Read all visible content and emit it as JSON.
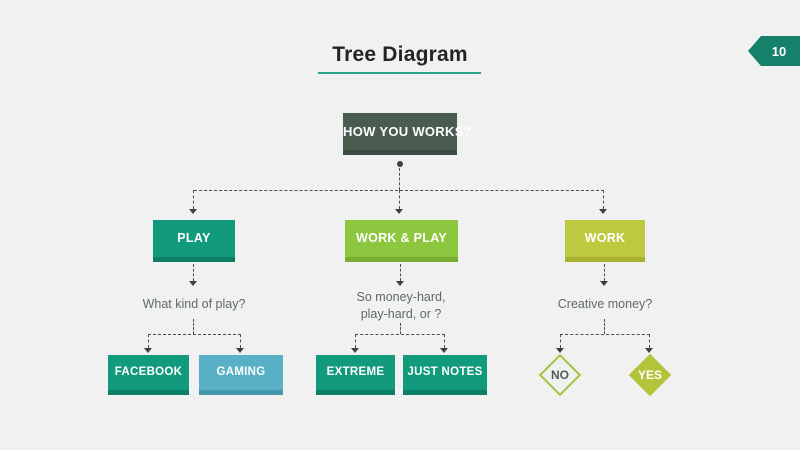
{
  "slide": {
    "title": "Tree Diagram",
    "page_number": "10"
  },
  "colors": {
    "background": "#f1f1f2",
    "title_underline": "#2fa288",
    "page_flag": "#15816a",
    "root_node": "#4a5c50",
    "teal_node": "#129a7d",
    "green_node": "#8dc63f",
    "olive_node": "#bdc93e",
    "blue_node": "#57b0c6",
    "no_diamond_border": "#9ec73c",
    "yes_diamond_fill": "#b3c43b",
    "connector": "#4f4f4f",
    "question_text": "#5d6a6a"
  },
  "tree": {
    "root": "HOW YOU WORKS?",
    "branches": [
      {
        "node": "PLAY",
        "question": [
          "What kind of play?"
        ],
        "children": [
          "FACEBOOK",
          "GAMING"
        ]
      },
      {
        "node": "WORK & PLAY",
        "question": [
          "So money-hard,",
          "play-hard, or ?"
        ],
        "children": [
          "EXTREME",
          "JUST NOTES"
        ]
      },
      {
        "node": "WORK",
        "question": [
          "Creative money?"
        ],
        "children": [
          "NO",
          "YES"
        ]
      }
    ]
  }
}
